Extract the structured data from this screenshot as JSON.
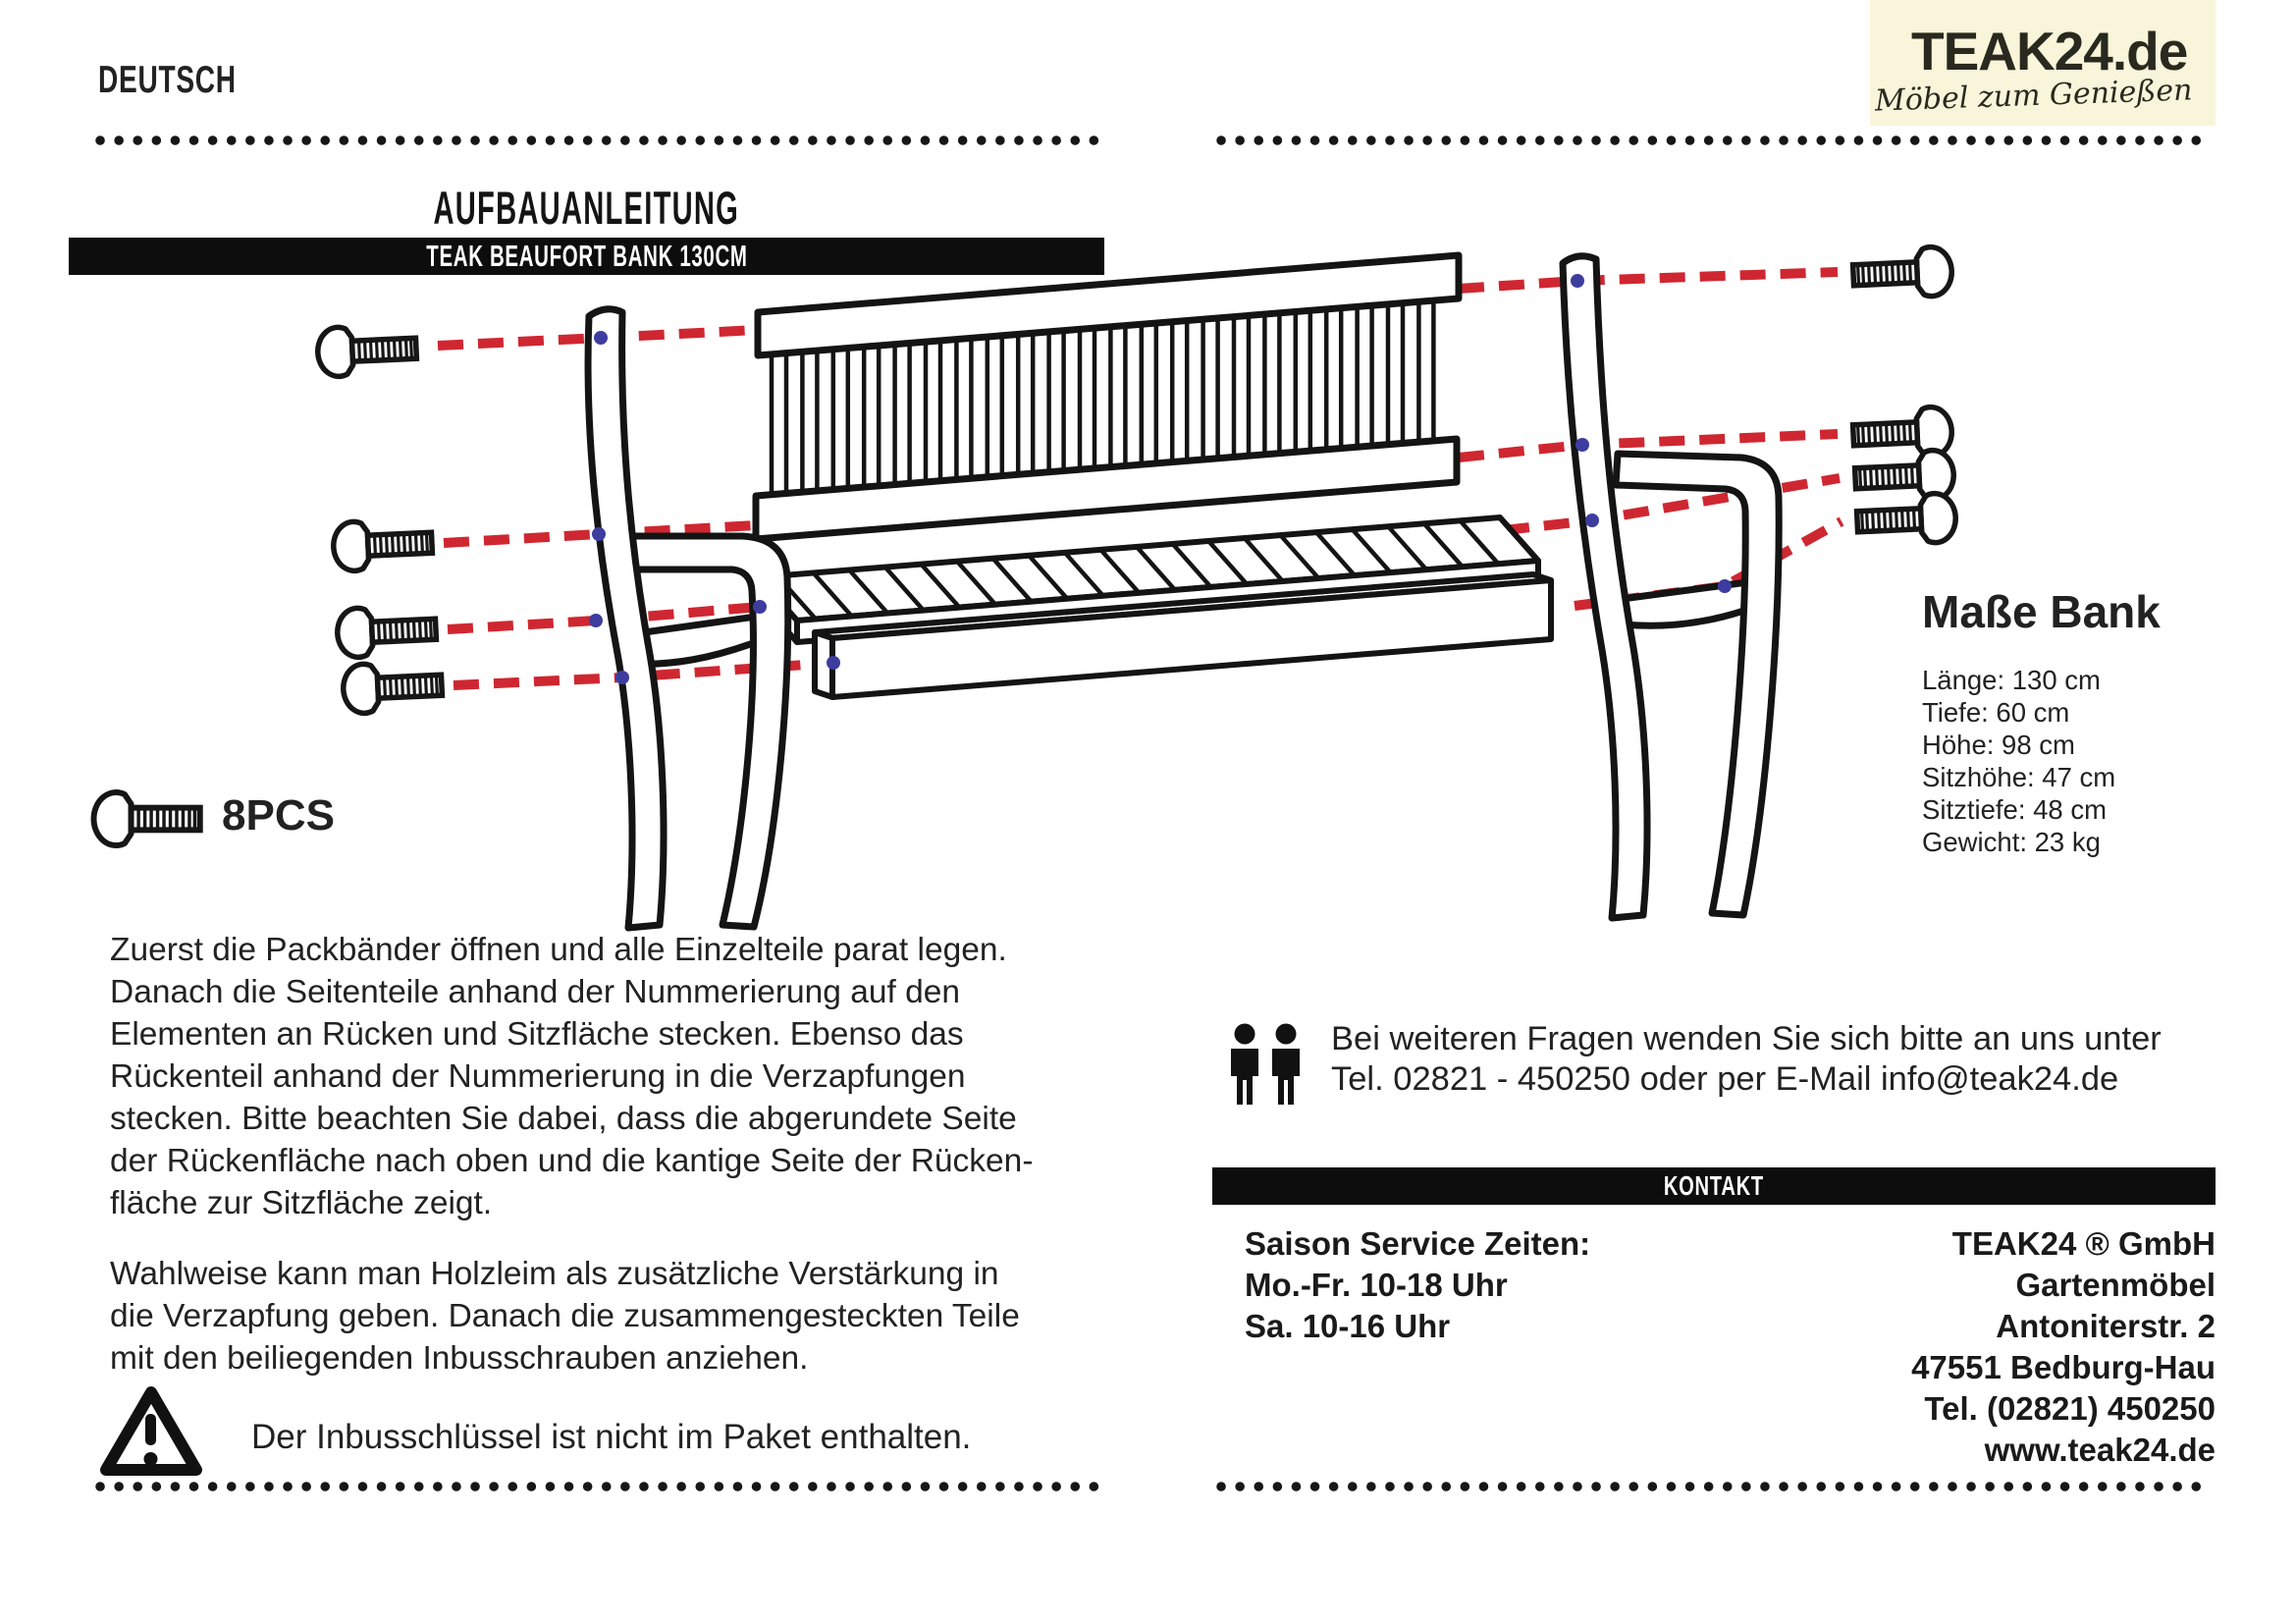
{
  "page": {
    "language_label": "DEUTSCH"
  },
  "logo": {
    "brand": "TEAK24.de",
    "tagline": "Möbel zum Genießen"
  },
  "instructions": {
    "title": "AUFBAUANLEITUNG",
    "product": "TEAK BEAUFORT BANK 130CM"
  },
  "diagram": {
    "screw_count_label": "8PCS",
    "screw_total": 8,
    "icons": [
      "screw-icon",
      "bolt-hole-dot",
      "red-dashed-guide-line"
    ]
  },
  "dimensions": {
    "title": "Maße Bank",
    "items": [
      "Länge: 130 cm",
      "Tiefe: 60 cm",
      "Höhe: 98 cm",
      "Sitzhöhe: 47 cm",
      "Sitztiefe: 48 cm",
      "Gewicht: 23 kg"
    ]
  },
  "body": {
    "p1_lines": [
      "Zuerst die Packbänder öffnen und alle Einzelteile parat legen.",
      "Danach die Seitenteile anhand der Nummerierung auf den",
      "Elementen an Rücken und Sitzfläche stecken. Ebenso das",
      "Rückenteil anhand der Nummerierung in die Verzapfungen",
      "stecken. Bitte beachten Sie dabei, dass die abgerundete Seite",
      "der Rückenfläche nach oben und die kantige Seite der Rücken-",
      "fläche zur Sitzfläche zeigt."
    ],
    "p2_lines": [
      "Wahlweise kann man Holzleim als zusätzliche Verstärkung in",
      "die Verzapfung geben. Danach die zusammengesteckten Teile",
      "mit den beiliegenden Inbusschrauben anziehen."
    ],
    "warning": "Der Inbusschlüssel ist nicht im Paket enthalten."
  },
  "support": {
    "note_line1": "Bei weiteren Fragen wenden Sie sich bitte an uns unter",
    "note_line2": "Tel. 02821 - 450250 oder per E-Mail info@teak24.de"
  },
  "contact": {
    "title": "KONTAKT",
    "service_lines": [
      "Saison Service Zeiten:",
      "Mo.-Fr. 10-18 Uhr",
      "Sa. 10-16 Uhr"
    ],
    "company_lines": [
      "TEAK24 ® GmbH",
      "Gartenmöbel",
      "Antoniterstr. 2",
      "47551 Bedburg-Hau",
      "Tel. (02821) 450250",
      "www.teak24.de"
    ]
  },
  "colors": {
    "accent_red": "#cf2731",
    "dot_blue": "#3d3da0",
    "cream": "#f9f5da",
    "bar_black": "#0d0d0d",
    "ink": "#161616"
  }
}
